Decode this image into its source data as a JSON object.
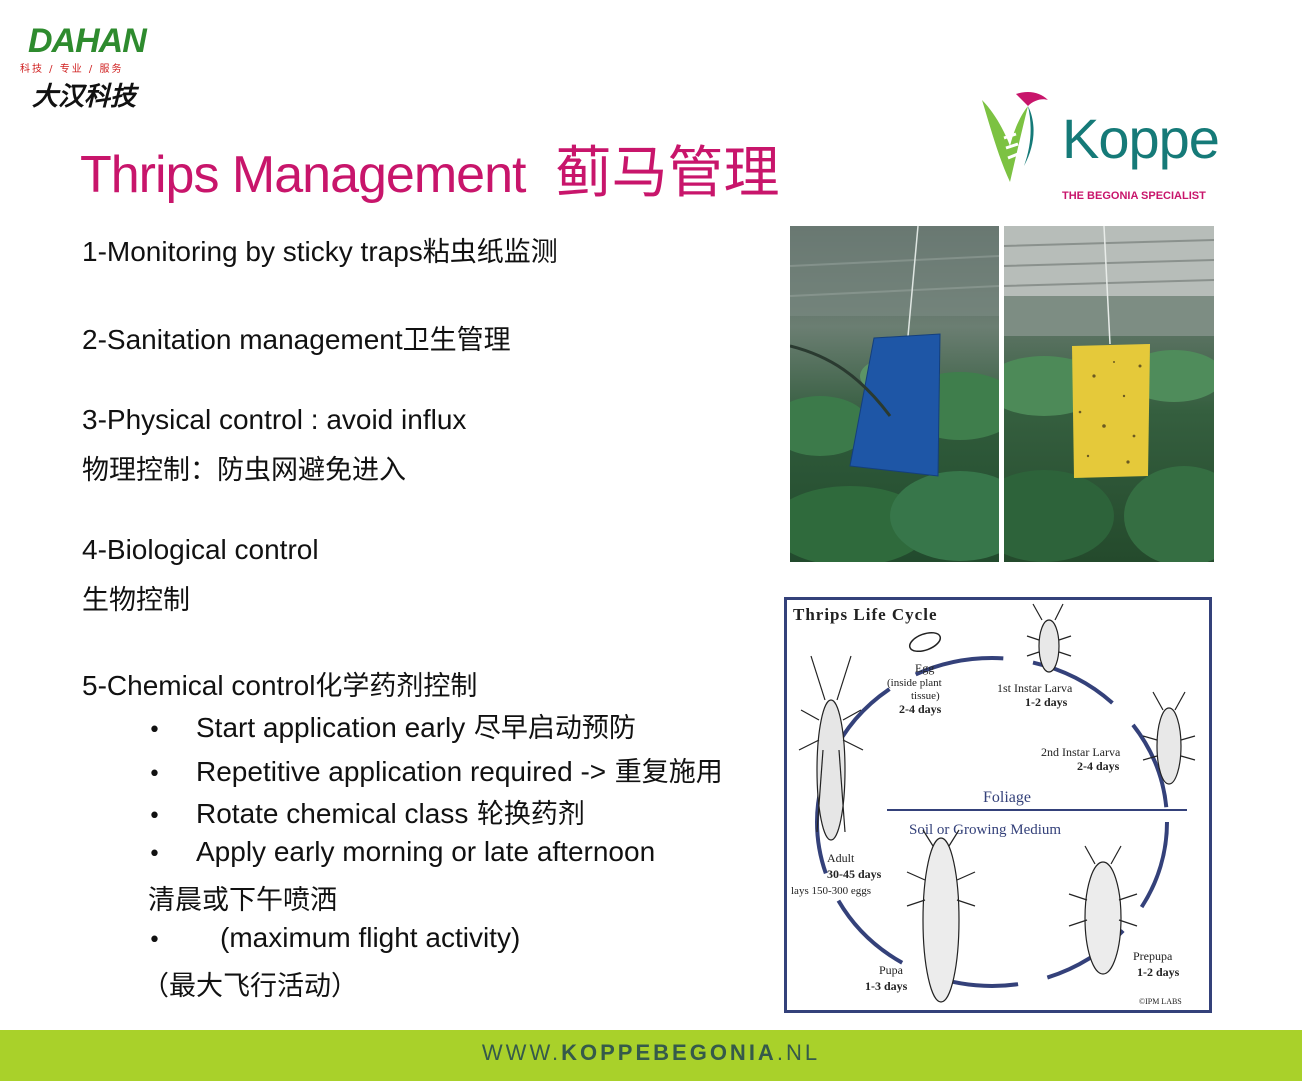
{
  "header": {
    "dahan_name": "DAHAN",
    "dahan_tagline": "科技 / 专业 / 服务",
    "dahan_cn": "大汉科技",
    "title_en": "Thrips Management",
    "title_cn": "蓟马管理",
    "koppe_name": "Koppe",
    "koppe_tagline": "THE BEGONIA SPECIALIST"
  },
  "content": {
    "item1": {
      "en": "1-Monitoring by sticky traps",
      "cn": "粘虫纸监测"
    },
    "item2": {
      "en": "2-Sanitation management",
      "cn": "卫生管理"
    },
    "item3": {
      "en": "3-Physical control : avoid influx",
      "cn": "物理控制：防虫网避免进入"
    },
    "item4": {
      "en": "4-Biological control",
      "cn": "生物控制"
    },
    "item5": {
      "en": "5-Chemical control",
      "cn": "化学药剂控制"
    },
    "bullets": [
      {
        "en": "Start application early",
        "cn": "尽早启动预防"
      },
      {
        "en": "Repetitive application required ->",
        "cn": "重复施用"
      },
      {
        "en": "Rotate chemical class",
        "cn": "轮换药剂"
      },
      {
        "en": "Apply early morning or late afternoon",
        "cn": ""
      },
      {
        "en": "(maximum flight activity)",
        "cn": ""
      }
    ],
    "bullet4_cn": "清晨或下午喷洒",
    "bullet5_cn": "（最大飞行活动）"
  },
  "lifecycle": {
    "title": "Thrips Life Cycle",
    "egg": "Egg",
    "egg_note1": "(inside plant",
    "egg_note2": "tissue)",
    "egg_days": "2-4 days",
    "larva1": "1st Instar Larva",
    "larva1_days": "1-2 days",
    "larva2": "2nd Instar Larva",
    "larva2_days": "2-4 days",
    "foliage": "Foliage",
    "soil": "Soil or Growing Medium",
    "adult": "Adult",
    "adult_days": "30-45 days",
    "adult_eggs": "lays 150-300 eggs",
    "pupa": "Pupa",
    "pupa_days": "1-3 days",
    "prepupa": "Prepupa",
    "prepupa_days": "1-2 days",
    "credit": "©IPM LABS"
  },
  "footer": {
    "url_pre": "WWW.",
    "url_bold": "KOPPEBEGONIA",
    "url_post": ".NL"
  },
  "colors": {
    "title": "#c8156b",
    "koppe_teal": "#157a78",
    "footer_green": "#a9d12a",
    "diagram_blue": "#34417a"
  }
}
